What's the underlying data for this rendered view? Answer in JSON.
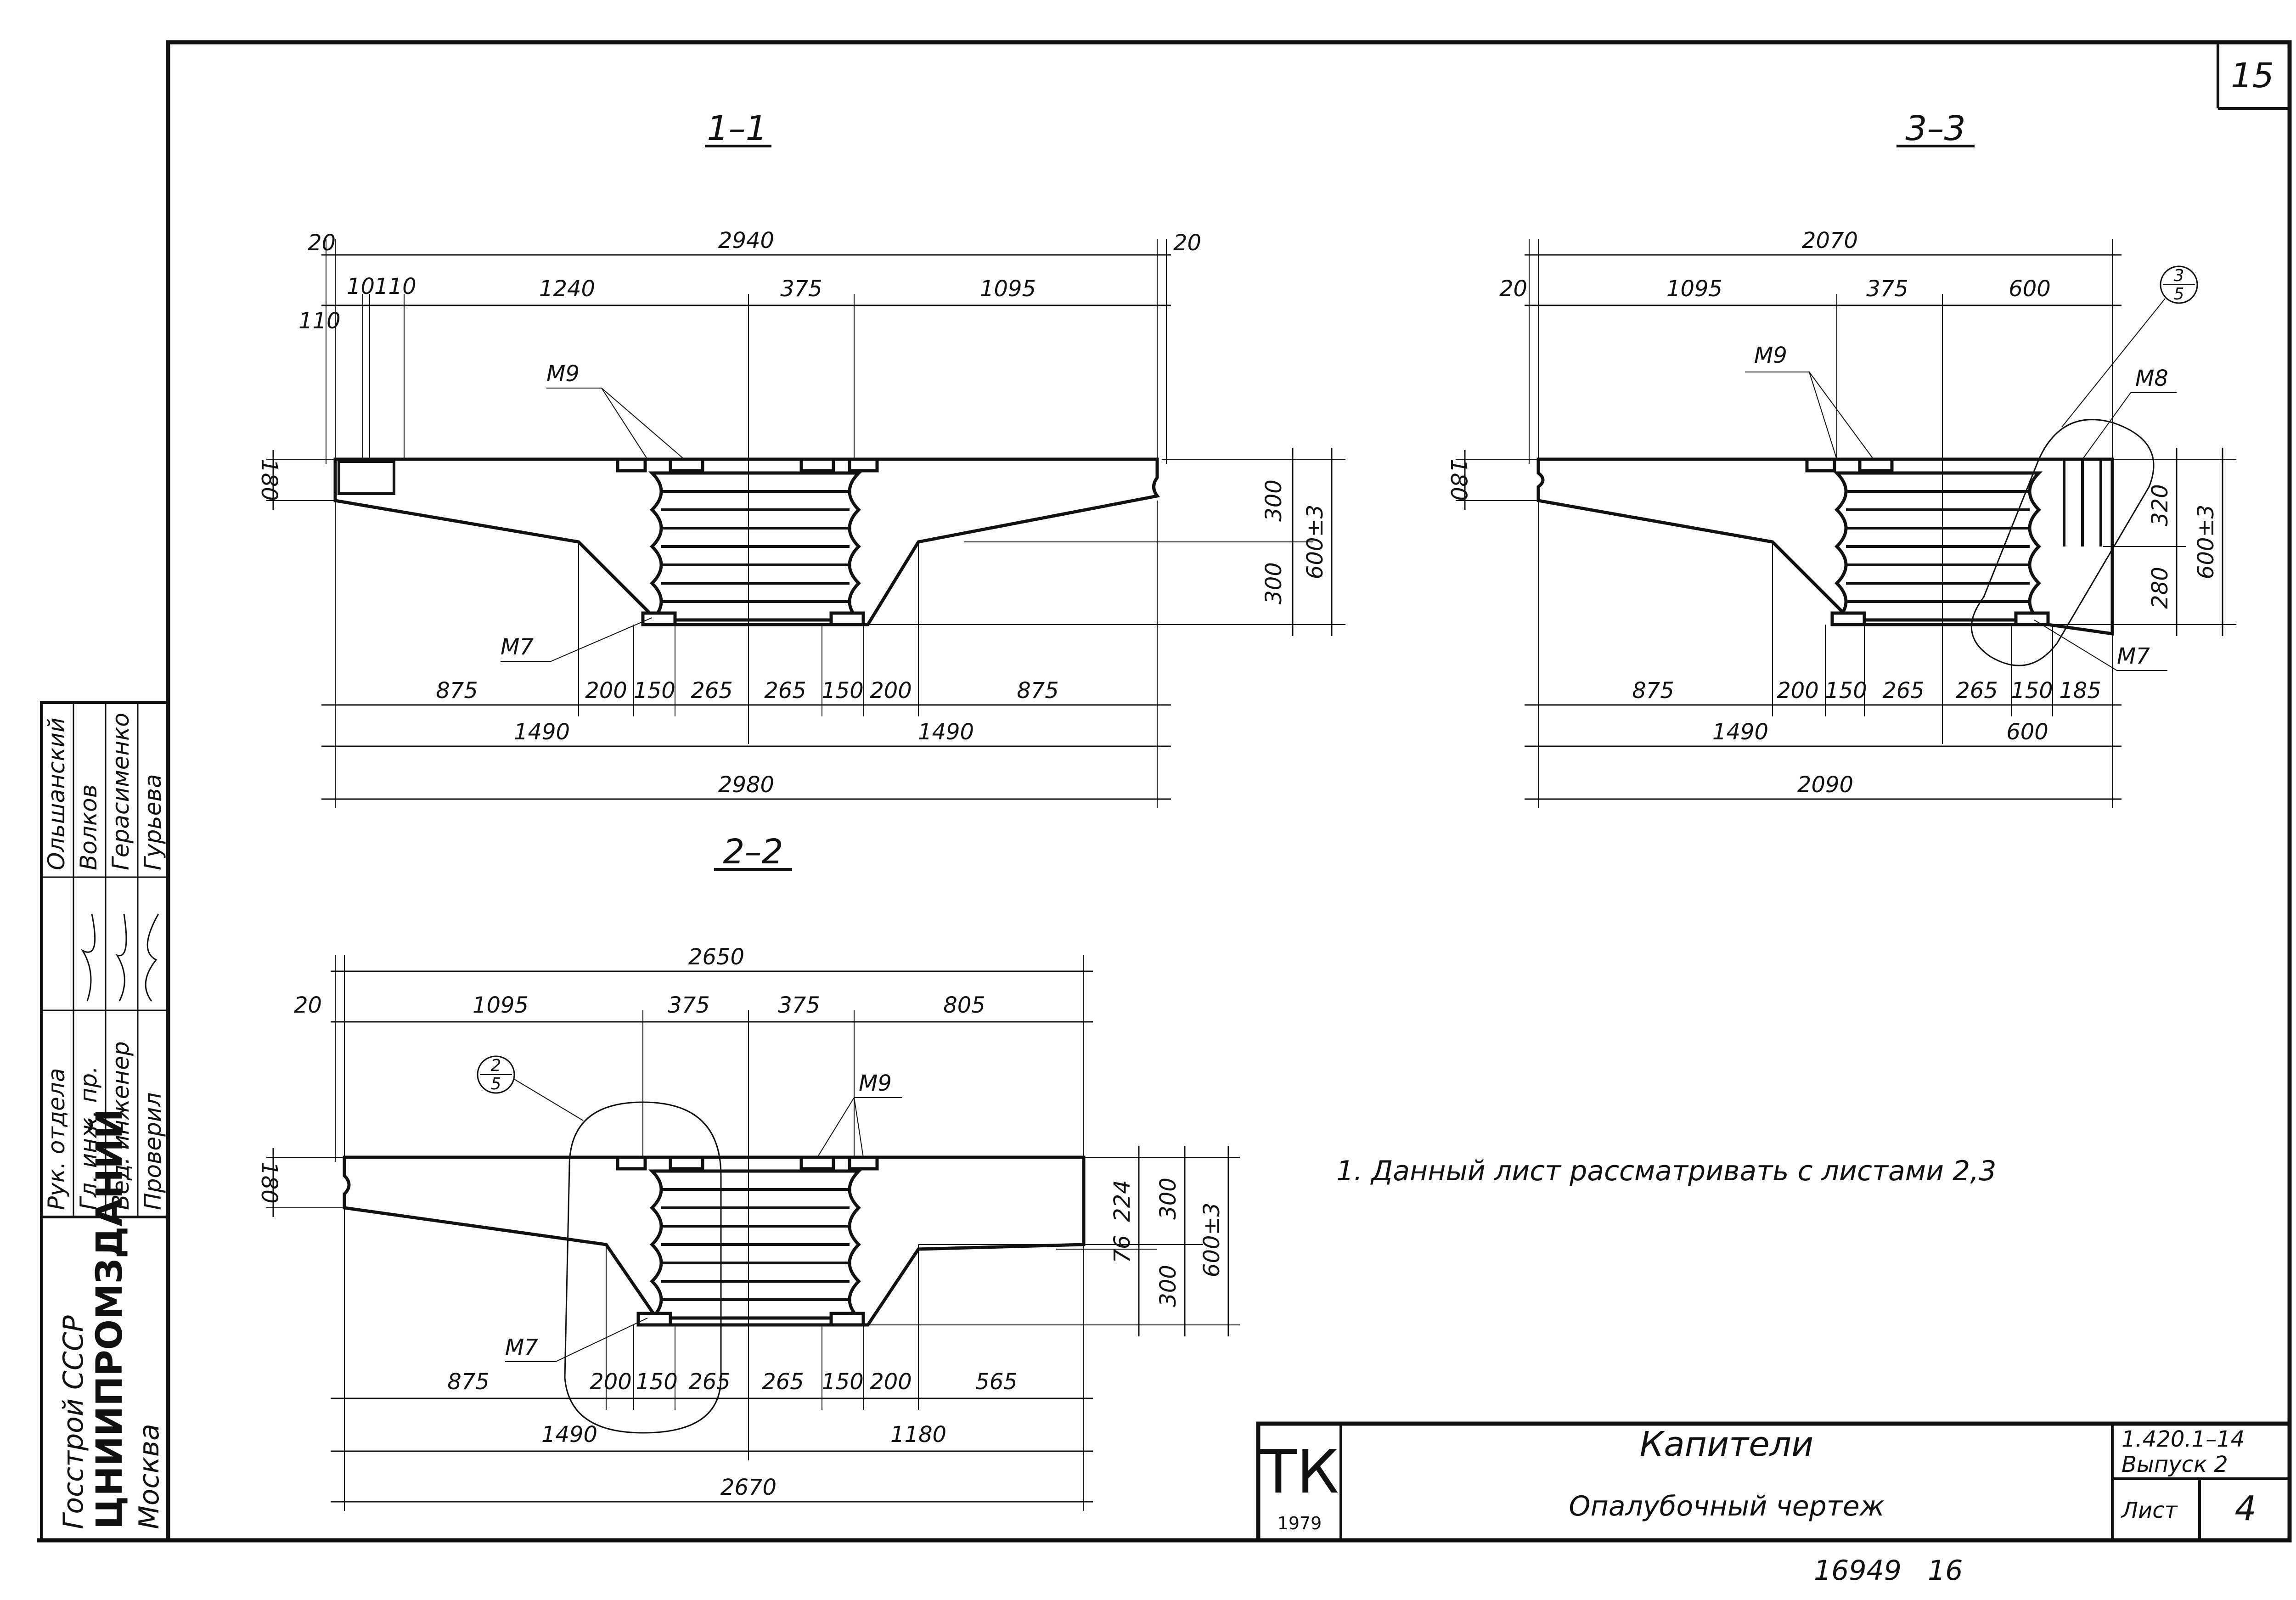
{
  "sheet_number": "15",
  "sections": [
    {
      "title": "1–1",
      "overall_top": "2940",
      "end_offsets": [
        "20",
        "20"
      ],
      "left_small": [
        "10",
        "110",
        "110"
      ],
      "top_dims": [
        "1240",
        "375",
        "1095"
      ],
      "bottom_dims": [
        "875",
        "200",
        "150",
        "265",
        "265",
        "150",
        "200",
        "875"
      ],
      "half_dims": [
        "1490",
        "1490"
      ],
      "overall_bottom": "2980",
      "flange": "180",
      "heights": [
        "300",
        "300",
        "600±3"
      ],
      "marks": [
        "М9",
        "М7"
      ]
    },
    {
      "title": "2–2",
      "overall_top": "2650",
      "end_offsets": [
        "20"
      ],
      "top_dims": [
        "1095",
        "375",
        "375",
        "805"
      ],
      "bottom_dims": [
        "875",
        "200",
        "150",
        "265",
        "265",
        "150",
        "200",
        "565"
      ],
      "half_dims": [
        "1490",
        "1180"
      ],
      "overall_bottom": "2670",
      "flange": "180",
      "heights": [
        "224",
        "76",
        "300",
        "300",
        "600±3"
      ],
      "marks": [
        "М9",
        "М7"
      ],
      "callout": {
        "top": "2",
        "bottom": "5"
      }
    },
    {
      "title": "3–3",
      "overall_top": "2070",
      "end_offsets": [
        "20"
      ],
      "top_dims": [
        "1095",
        "375",
        "600"
      ],
      "bottom_dims": [
        "875",
        "200",
        "150",
        "265",
        "265",
        "150",
        "185"
      ],
      "half_dims": [
        "1490",
        "600"
      ],
      "overall_bottom": "2090",
      "flange": "180",
      "heights": [
        "320",
        "280",
        "600±3"
      ],
      "marks": [
        "М9",
        "М8",
        "М7"
      ],
      "callout": {
        "top": "3",
        "bottom": "5"
      }
    }
  ],
  "note": "1. Данный лист рассматривать с листами 2,3",
  "title_block": {
    "logo": "ТК",
    "year": "1979",
    "name": "Капители",
    "subtitle": "Опалубочный чертеж",
    "series": "1.420.1–14",
    "issue": "Выпуск 2",
    "sheet_label": "Лист",
    "sheet_value": "4"
  },
  "side_stamp": {
    "org_line1": "Госстрой СССР",
    "org_line2": "ЦНИИПРОМЗДАНИЙ",
    "org_line3": "Москва",
    "roles": [
      "Рук. отдела",
      "Гл. инж. пр.",
      "Вед. инженер",
      "Проверил"
    ],
    "names": [
      "Ольшанский",
      "Волков",
      "Герасименко",
      "Гурьева"
    ]
  },
  "bottom_number": "16949   16"
}
